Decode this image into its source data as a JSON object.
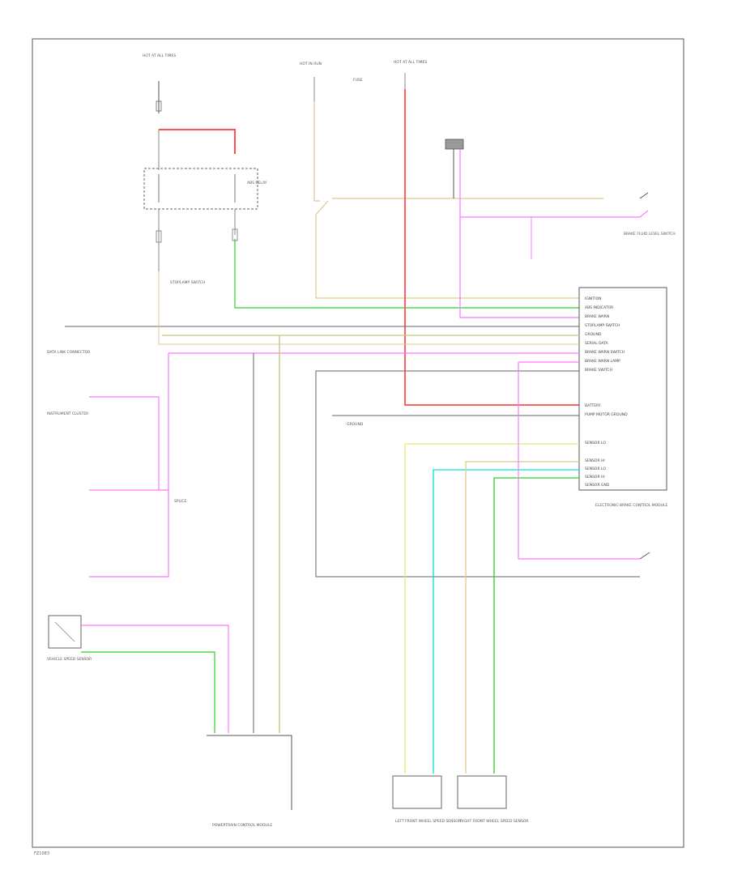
{
  "diagram": {
    "footer_code": "FZ1083",
    "wire_colors": {
      "red": "#ff5050",
      "pink": "#ff78ff",
      "green": "#2bd12b",
      "light_green": "#90ee90",
      "yellow": "#e8e870",
      "tan": "#e0c890",
      "cyan": "#00e0e0",
      "olive": "#c8c880",
      "black": "#555555"
    },
    "module": {
      "title": "ELECTRONIC BRAKE CONTROL MODULE",
      "pins": [
        "IGNITION",
        "ABS INDICATOR",
        "BRAKE WARN",
        "STOPLAMP SWITCH",
        "GROUND",
        "SERIAL DATA",
        "BRAKE WARN SWITCH",
        "BRAKE WARN LAMP",
        "BRAKE SWITCH",
        "",
        "",
        "BATTERY",
        "PUMP MOTOR GROUND",
        "",
        "SENSOR LO",
        "SENSOR HI",
        "SENSOR LO",
        "SENSOR HI",
        "SENSOR GND"
      ]
    },
    "components": {
      "top_fuse": "HOT AT ALL TIMES",
      "ign_fuse": "HOT IN RUN",
      "batt_fuse": "HOT AT ALL TIMES",
      "relay": "ABS RELAY",
      "stoplamp_switch": "STOPLAMP SWITCH",
      "data_link": "DATA LINK CONNECTOR",
      "cluster": "INSTRUMENT CLUSTER",
      "vss": "VEHICLE SPEED SENSOR",
      "splice": "SPLICE",
      "ground": "GROUND",
      "lf_sensor": "LEFT FRONT WHEEL SPEED SENSOR",
      "rf_sensor": "RIGHT FRONT WHEEL SPEED SENSOR",
      "powertrain": "POWERTRAIN CONTROL MODULE",
      "brake_fluid": "BRAKE FLUID LEVEL SWITCH"
    }
  }
}
